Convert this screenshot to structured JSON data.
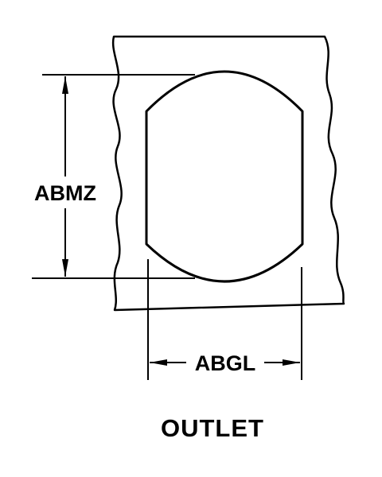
{
  "diagram": {
    "title": "OUTLET",
    "dimensions": {
      "height_label": "ABMZ",
      "width_label": "ABGL"
    }
  }
}
